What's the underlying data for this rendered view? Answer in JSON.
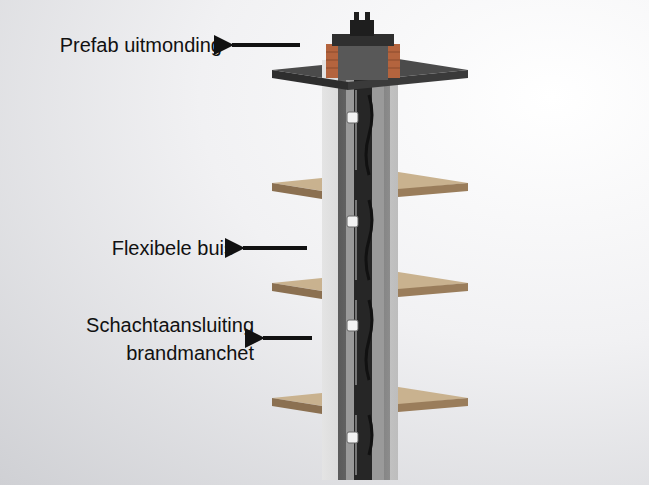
{
  "diagram": {
    "labels": [
      "Prefab uitmonding",
      "Flexibele buis",
      "Schachtaansluiting brandmanchet"
    ]
  }
}
